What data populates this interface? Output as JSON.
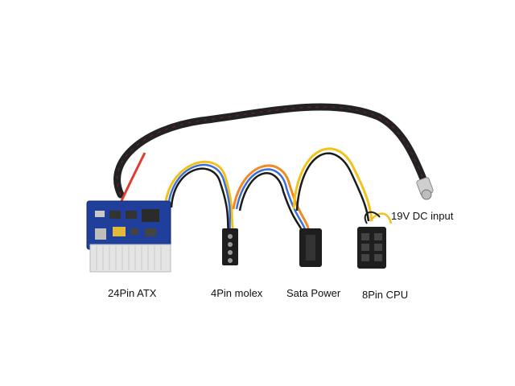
{
  "photo": {
    "background_color": "#ffffff",
    "cable_sleeve_color": "#222222",
    "sleeve_accent_color": "#7a1f1f",
    "pcb_color": "#1f3f9a",
    "wire_colors": {
      "red": "#e23b2e",
      "yellow": "#f2c21b",
      "blue": "#3a6fd8",
      "black": "#1a1a1a",
      "orange": "#f08a24"
    }
  },
  "labels": {
    "atx": "24Pin ATX",
    "molex": "4Pin molex",
    "sata": "Sata Power",
    "cpu": "8Pin CPU",
    "dc_input": "19V DC input"
  }
}
